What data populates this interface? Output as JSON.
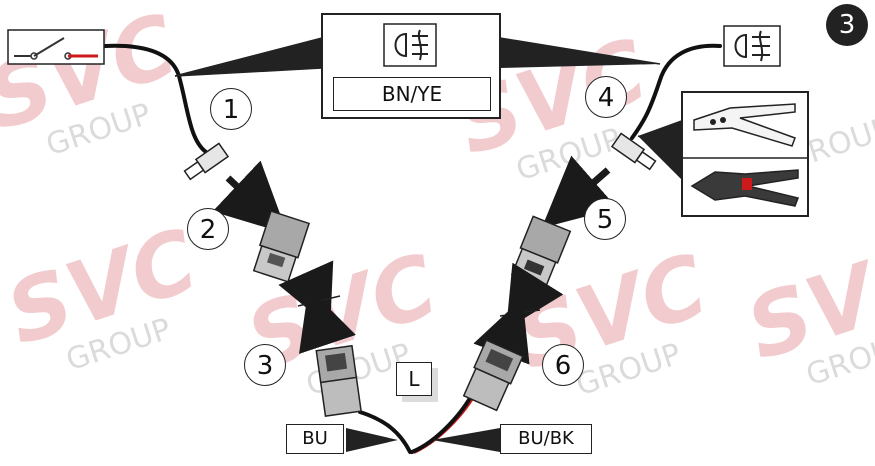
{
  "step_badge": "3",
  "wire_color_main": "BN/YE",
  "wire_color_left": "BU",
  "wire_color_right": "BU/BK",
  "connector_label": "L",
  "callouts": [
    "1",
    "2",
    "3",
    "4",
    "5",
    "6"
  ],
  "watermark": {
    "brand": "SVC",
    "sub": "GROUP"
  },
  "icons": [
    "switch-icon",
    "fog-lamp-icon",
    "crimping-pliers-icon",
    "crimping-tool-icon"
  ],
  "colors": {
    "wire": "#111111",
    "arrow": "#1a1a1a",
    "watermark": "#e8a0a6",
    "connector": "#a8a8a8",
    "accent_red": "#cc1a1a"
  }
}
